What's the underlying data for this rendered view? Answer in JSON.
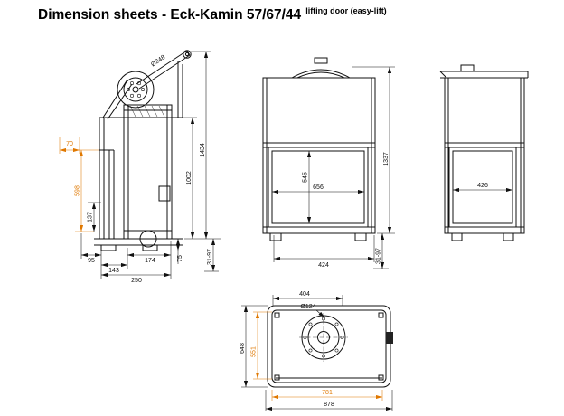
{
  "title": "Dimension sheets - Eck-Kamin 57/67/44",
  "subtitle": "lifting door (easy-lift)",
  "colors": {
    "line": "#111111",
    "accent": "#e07800",
    "background": "#ffffff"
  },
  "views": {
    "side": {
      "dims": {
        "dia": "Ø248",
        "d70": "70",
        "d598": "598",
        "d137": "137",
        "d95": "95",
        "d143": "143",
        "d250": "250",
        "d174": "174",
        "d75": "75",
        "d1002": "1002",
        "d1434": "1434",
        "d3197": "31-97"
      }
    },
    "front": {
      "dims": {
        "d656": "656",
        "d545": "545",
        "d424": "424",
        "d1337": "1337",
        "d3197": "31-97"
      }
    },
    "right": {
      "dims": {
        "d426": "426"
      }
    },
    "top": {
      "dims": {
        "d404": "404",
        "dia": "Ø124",
        "d648": "648",
        "d551": "551",
        "d781": "781",
        "d878": "878"
      }
    }
  }
}
